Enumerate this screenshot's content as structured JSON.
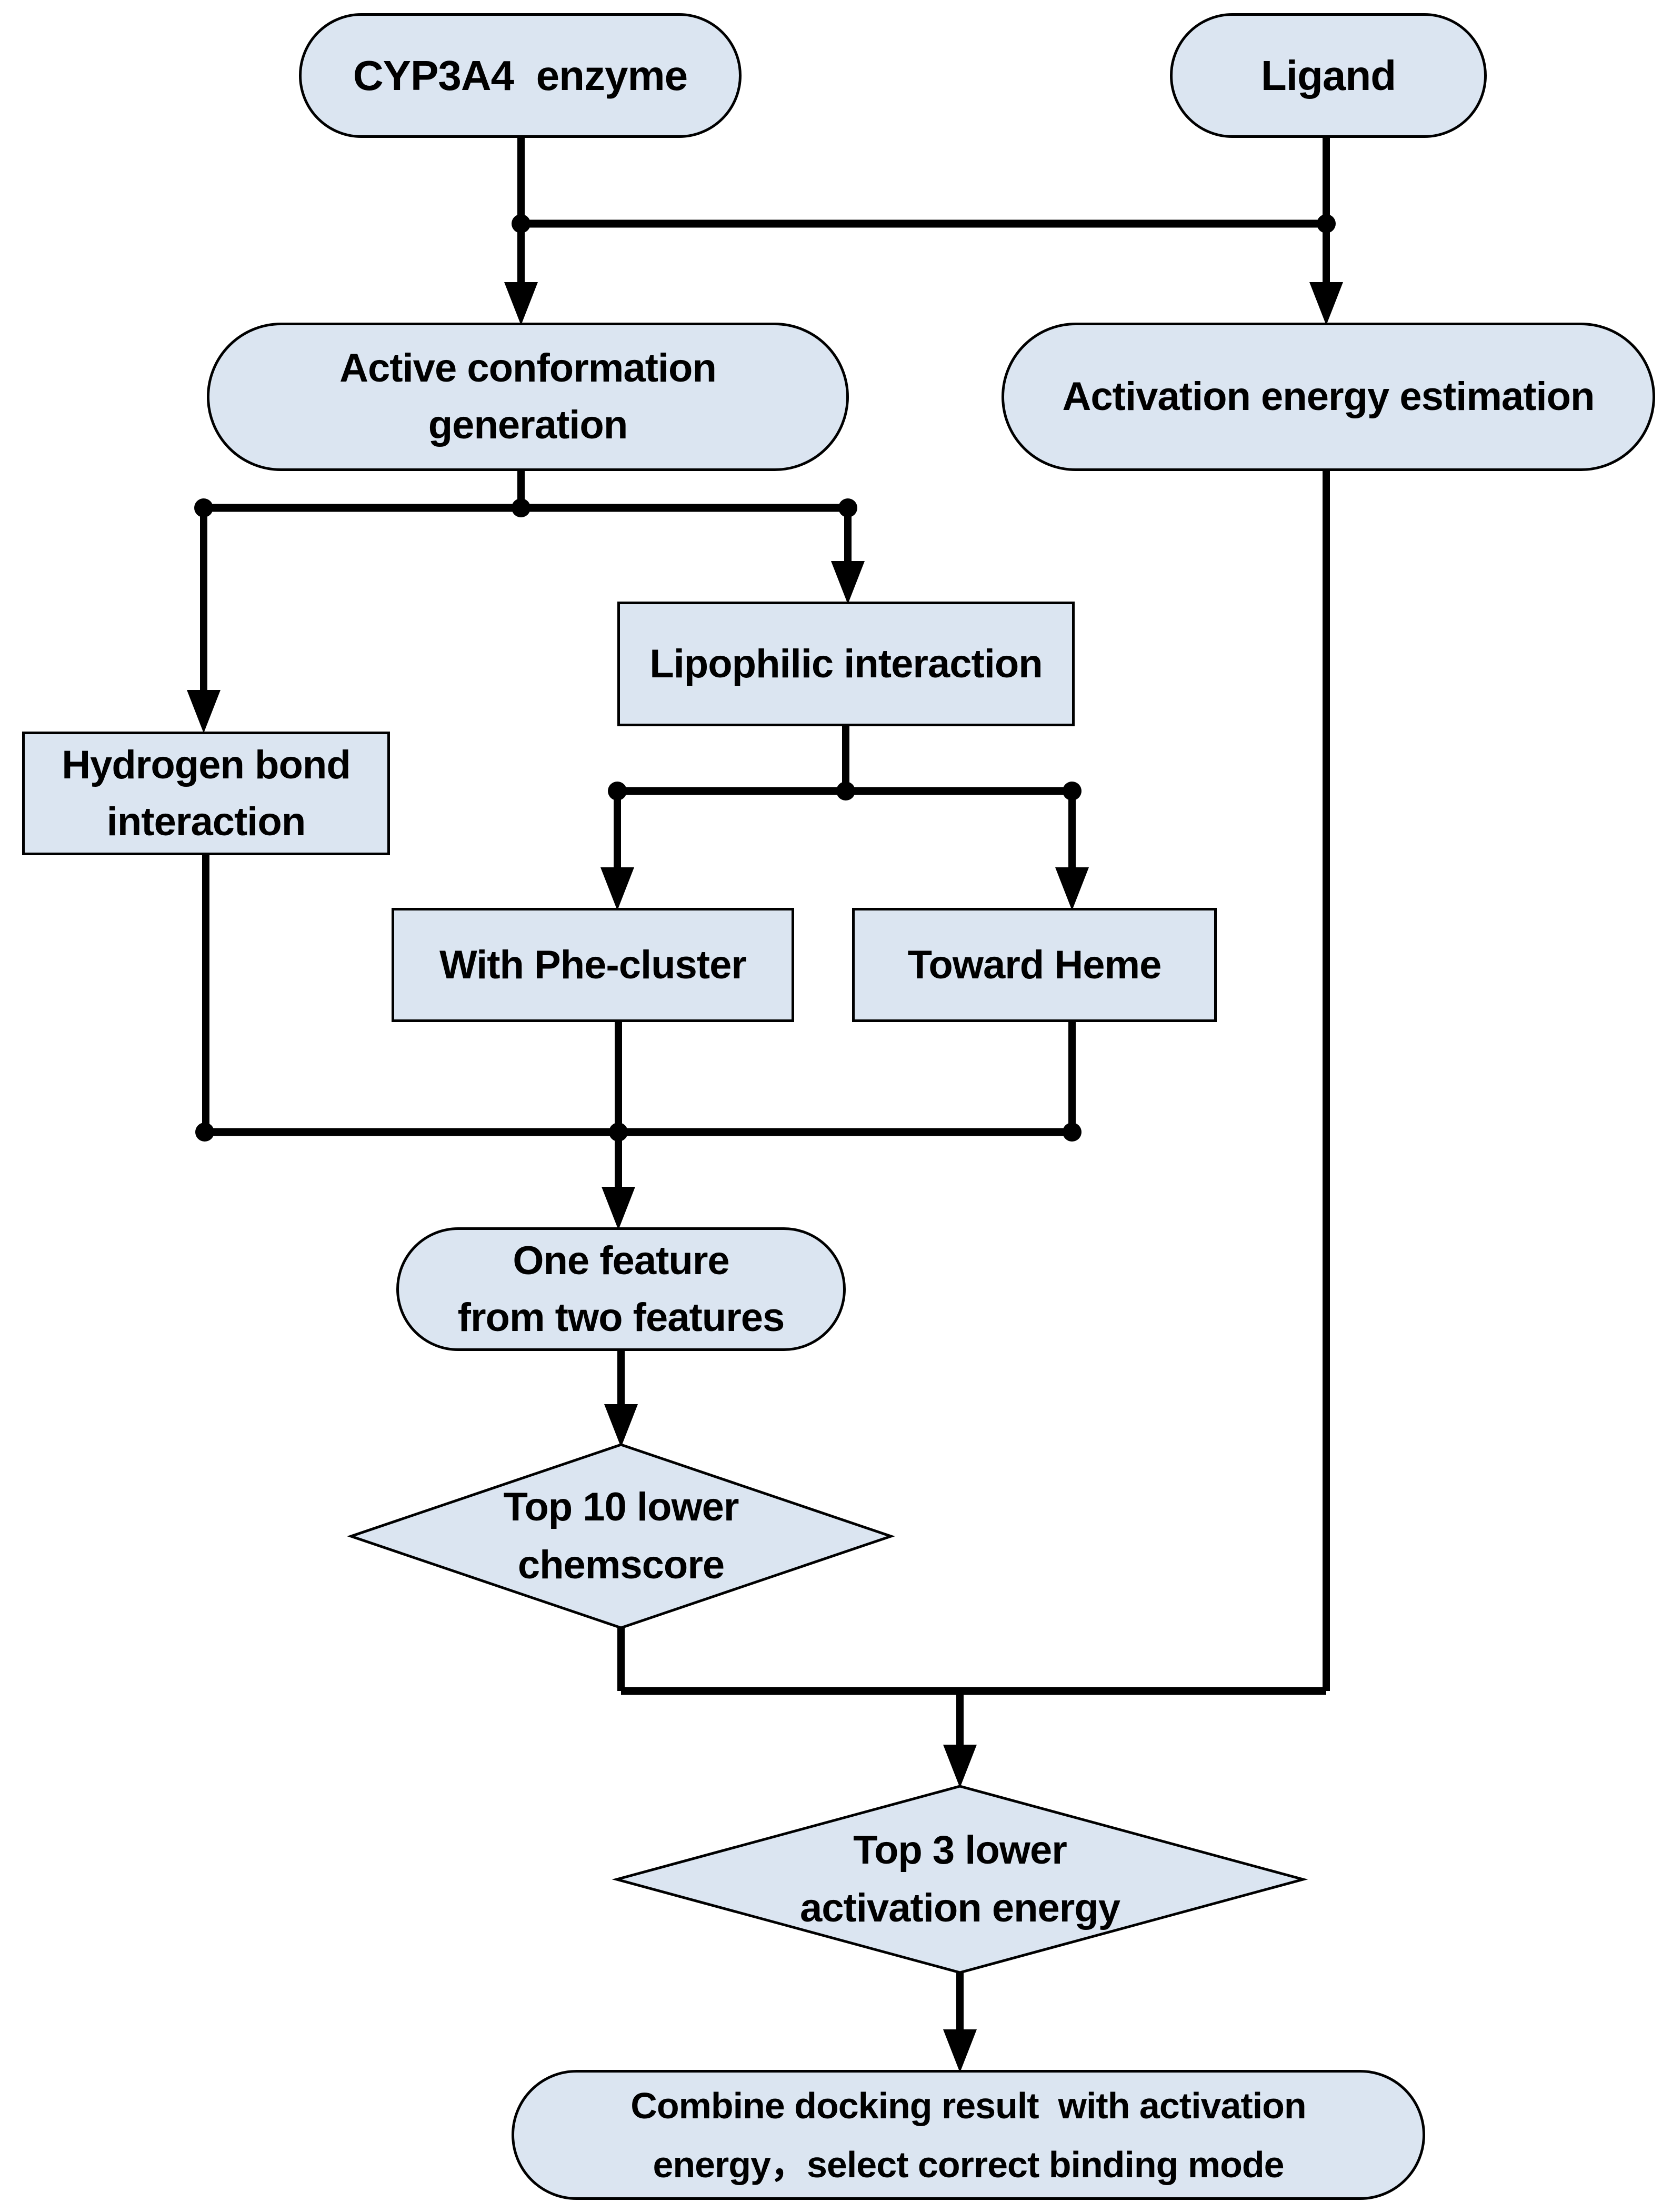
{
  "colors": {
    "node_fill": "#dbe5f1",
    "node_border": "#000000",
    "connector": "#000000",
    "text": "#000000",
    "background": "#ffffff"
  },
  "nodes": {
    "cyp3a4": {
      "label": "CYP3A4  enzyme"
    },
    "ligand": {
      "label": "Ligand"
    },
    "active_conformation": {
      "lines": [
        "Active conformation",
        "generation"
      ]
    },
    "activation_energy": {
      "label": "Activation energy estimation"
    },
    "lipophilic": {
      "label": "Lipophilic interaction"
    },
    "hydrogen_bond": {
      "lines": [
        "Hydrogen bond",
        "interaction"
      ]
    },
    "phe_cluster": {
      "label": "With Phe-cluster"
    },
    "toward_heme": {
      "label": "Toward Heme"
    },
    "one_feature": {
      "lines": [
        "One feature",
        "from two features"
      ]
    },
    "top10_chemscore": {
      "lines": [
        "Top 10 lower",
        "chemscore"
      ]
    },
    "top3_activation": {
      "lines": [
        "Top 3 lower",
        "activation energy"
      ]
    },
    "combine": {
      "lines": [
        "Combine docking result  with activation",
        "energy，select correct binding mode"
      ]
    }
  }
}
